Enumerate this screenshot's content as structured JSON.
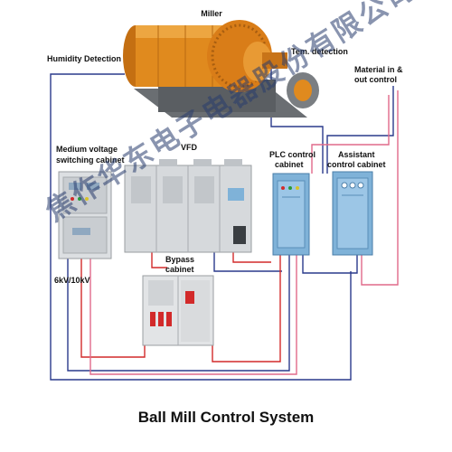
{
  "labels": {
    "miller": "Miller",
    "humidity": "Humidity Detection",
    "tem": "Tem. detection",
    "material_line1": "Material in &",
    "material_line2": "out control",
    "mv_line1": "Medium voltage",
    "mv_line2": "switching cabinet",
    "vfd": "VFD",
    "plc_line1": "PLC control",
    "plc_line2": "cabinet",
    "assist_line1": "Assistant",
    "assist_line2": "control cabinet",
    "bypass_line1": "Bypass",
    "bypass_line2": "cabinet",
    "voltage": "6kV/10kV"
  },
  "caption": "Ball Mill Control System",
  "watermark": "焦作华东电子电器股份有限公司",
  "colors": {
    "blue_wire": "#2a3a8c",
    "red_wire": "#d22a2a",
    "pink_wire": "#e06a8a",
    "mill_orange": "#e08a1e",
    "cabinet_gray": "#d6d9dc",
    "panel_blue": "#7fb2d8"
  }
}
